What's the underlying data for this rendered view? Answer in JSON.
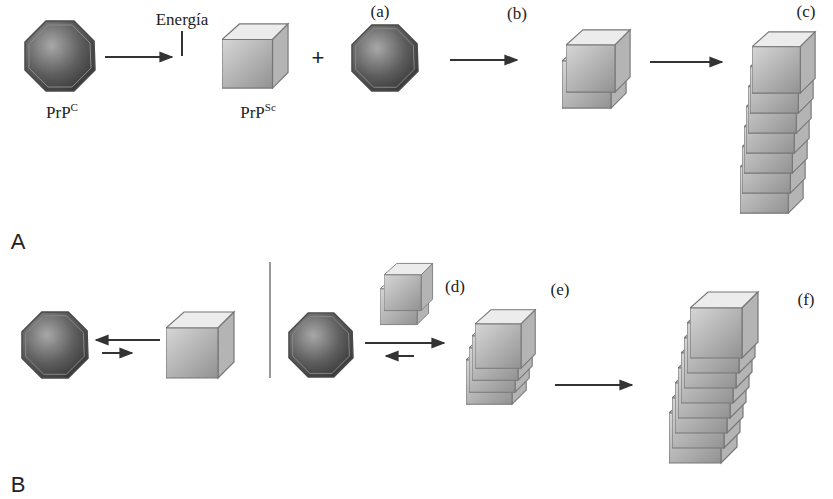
{
  "diagram": {
    "labels": [
      "Energía",
      "(a)",
      "(b)",
      "(c)",
      "PrPC",
      "+",
      "PrPSc",
      "A",
      "(d)",
      "(e)",
      "(f)",
      "B"
    ]
  }
}
